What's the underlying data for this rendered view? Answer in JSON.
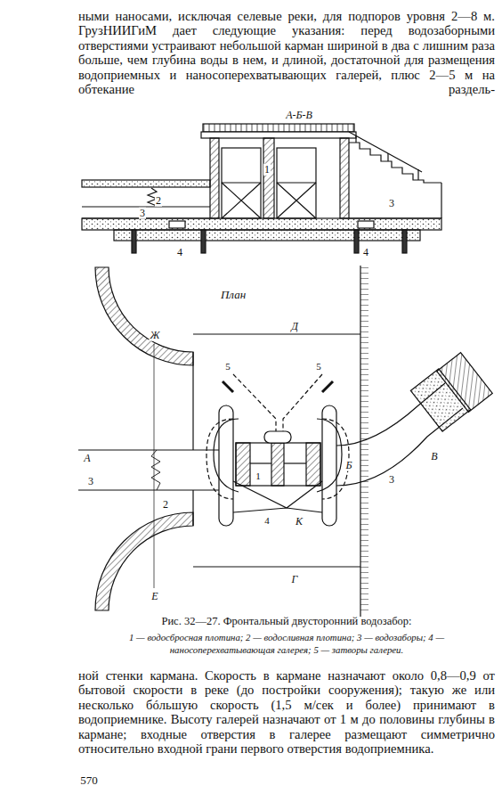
{
  "diagram": {
    "caption": "Рис. 32—27. Фронтальный двусторонний водозабор:",
    "labels": [
      "ными наносами, исключая селевые реки, для подпоров уровня 2—8 м. ГрузНИИГиМ дает следующие указания: перед водозаборными отверстиями устраивают небольшой карман шириной в два с лишним раза больше, чем глубина воды в нем, и длиной, достаточной для размещения водоприемных и наносоперехватывающих галерей, плюс 2—5 м на обтекание раздель-",
      "А-Б-В",
      "1",
      "2",
      "3",
      "3",
      "4",
      "4",
      "План",
      "Ж",
      "Д",
      "5",
      "5",
      "Б",
      "В",
      "3",
      "А",
      "3",
      "1",
      "4",
      "К",
      "2",
      "Е",
      "Г",
      "1 — водосбросная плотина; 2 — водосливная плотина; 3 — водозаборы; 4 — наносоперехватывающая галерея; 5 — затворы галереи.",
      "ной стенки кармана. Скорость в кармане назначают около 0,8—0,9 от бытовой скорости в реке (до постройки сооружения); такую же или несколько бóльшую скорость (1,5 м/сек и более) принимают в водоприемнике. Высоту галерей назначают от 1 м до половины глубины в кармане; входные отверстия в галерее размещают симметрично относительно входной грани первого отверстия водоприемника.",
      "570"
    ]
  }
}
